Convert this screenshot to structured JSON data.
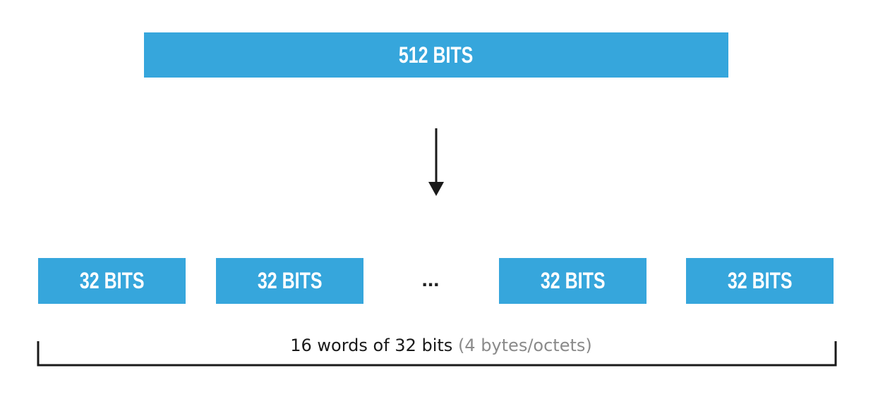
{
  "diagram": {
    "top_block": {
      "label": "512 BITS"
    },
    "words": [
      {
        "label": "32 BITS"
      },
      {
        "label": "32 BITS"
      },
      {
        "label": "32 BITS"
      },
      {
        "label": "32 BITS"
      }
    ],
    "ellipsis": "...",
    "caption": {
      "main": "16 words of 32 bits",
      "detail": "(4 bytes/octets)"
    },
    "colors": {
      "block_fill": "#36a6dc",
      "block_text": "#ffffff",
      "arrow": "#1a1a1a",
      "caption_main": "#1a1a1a",
      "caption_detail": "#8a8a8a"
    }
  }
}
